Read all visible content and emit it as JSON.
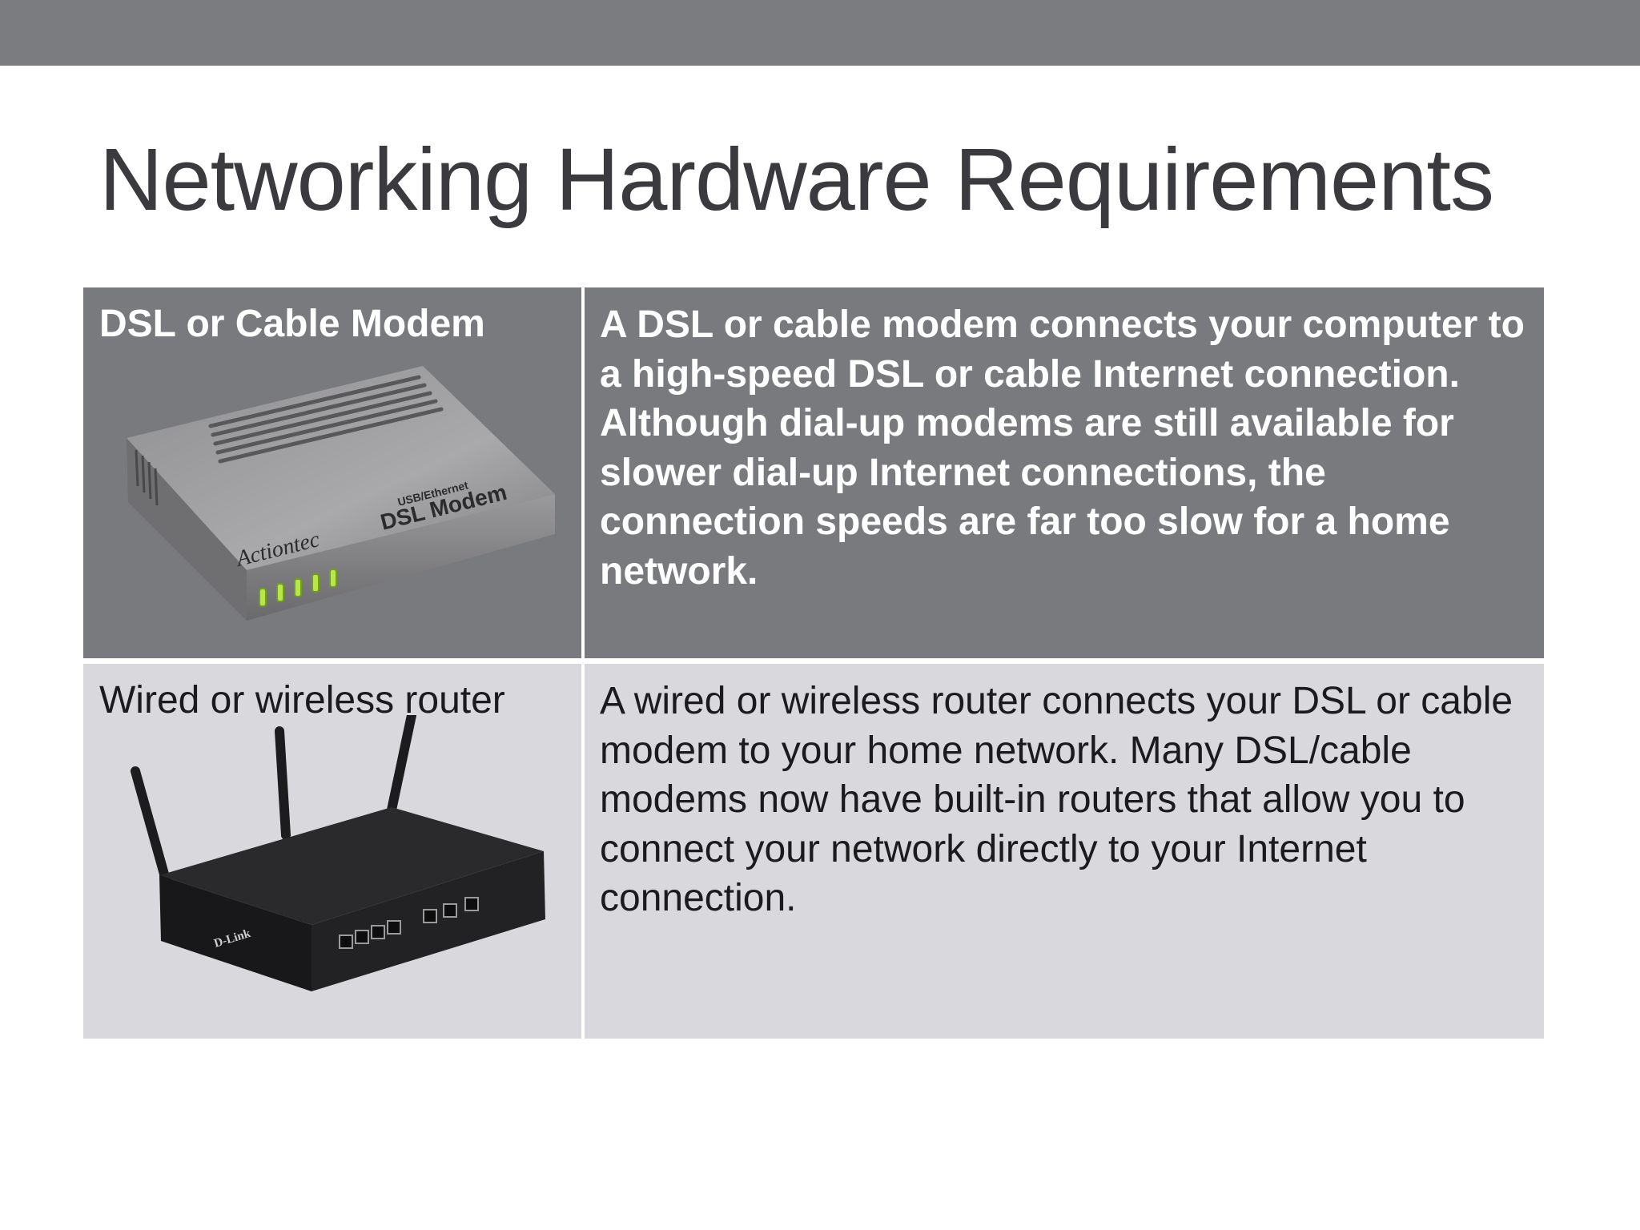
{
  "slide": {
    "title": "Networking Hardware Requirements"
  },
  "table": {
    "rows": [
      {
        "label": "DSL or Cable Modem",
        "description": "A DSL or cable modem connects your computer to a high-speed DSL or cable Internet connection. Although dial-up modems are still available for slower dial-up Internet connections, the connection speeds are far too slow for a home network.",
        "image": {
          "icon": "dsl-modem-photo",
          "brand": "Actiontec",
          "model_sub": "USB/Ethernet",
          "model": "DSL Modem"
        }
      },
      {
        "label": "Wired or wireless router",
        "description": "A wired or wireless router connects your DSL or cable modem to your home network. Many DSL/cable modems now have built-in routers that allow you to connect your network directly to your Internet connection.",
        "image": {
          "icon": "wireless-router-photo",
          "brand": "D-Link"
        }
      }
    ]
  },
  "colors": {
    "top_bar": "#7b7c80",
    "row_dark": "#797a7e",
    "row_light": "#d9d8dc",
    "title_text": "#3b3b3f"
  }
}
